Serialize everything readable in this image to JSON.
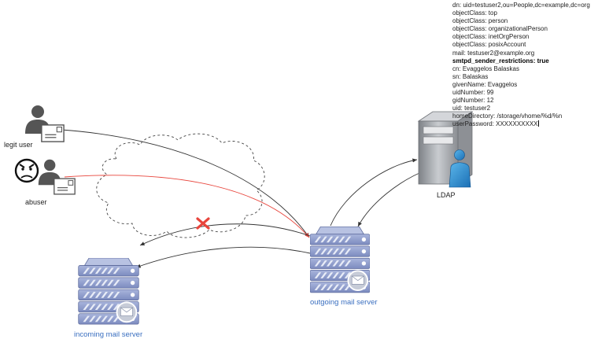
{
  "ldif": [
    {
      "text": "dn: uid=testuser2,ou=People,dc=example,dc=org",
      "bold": false
    },
    {
      "text": "objectClass: top",
      "bold": false
    },
    {
      "text": "objectClass: person",
      "bold": false
    },
    {
      "text": "objectClass: organizationalPerson",
      "bold": false
    },
    {
      "text": "objectClass: inetOrgPerson",
      "bold": false
    },
    {
      "text": "objectClass: posixAccount",
      "bold": false
    },
    {
      "text": "mail: testuser2@example.org",
      "bold": false
    },
    {
      "text": "smtpd_sender_restrictions: true",
      "bold": true
    },
    {
      "text": "cn: Evaggelos Balaskas",
      "bold": false
    },
    {
      "text": "sn: Balaskas",
      "bold": false
    },
    {
      "text": "givenName: Evaggelos",
      "bold": false
    },
    {
      "text": "uidNumber: 99",
      "bold": false
    },
    {
      "text": "gidNumber: 12",
      "bold": false
    },
    {
      "text": "uid: testuser2",
      "bold": false
    },
    {
      "text": "homeDirectory: /storage/vhome/%d/%n",
      "bold": false
    },
    {
      "text": "userPassword: XXXXXXXXXX",
      "bold": false
    }
  ],
  "labels": {
    "legit_user": "legit user",
    "abuser": "abuser",
    "ldap": "LDAP",
    "outgoing": "outgoing mail server",
    "incoming": "incoming mail server"
  },
  "colors": {
    "legit_arrow": "#333333",
    "abuser_arrow": "#e8453c",
    "blocked_x": "#e8453c",
    "server_blue": "#8e9cc8",
    "label_blue": "#3a6fc0"
  },
  "icons": [
    "person-icon",
    "envelope-icon",
    "angry-face-icon",
    "cloud-icon",
    "ldap-server-icon",
    "mail-server-icon",
    "x-mark-icon"
  ]
}
